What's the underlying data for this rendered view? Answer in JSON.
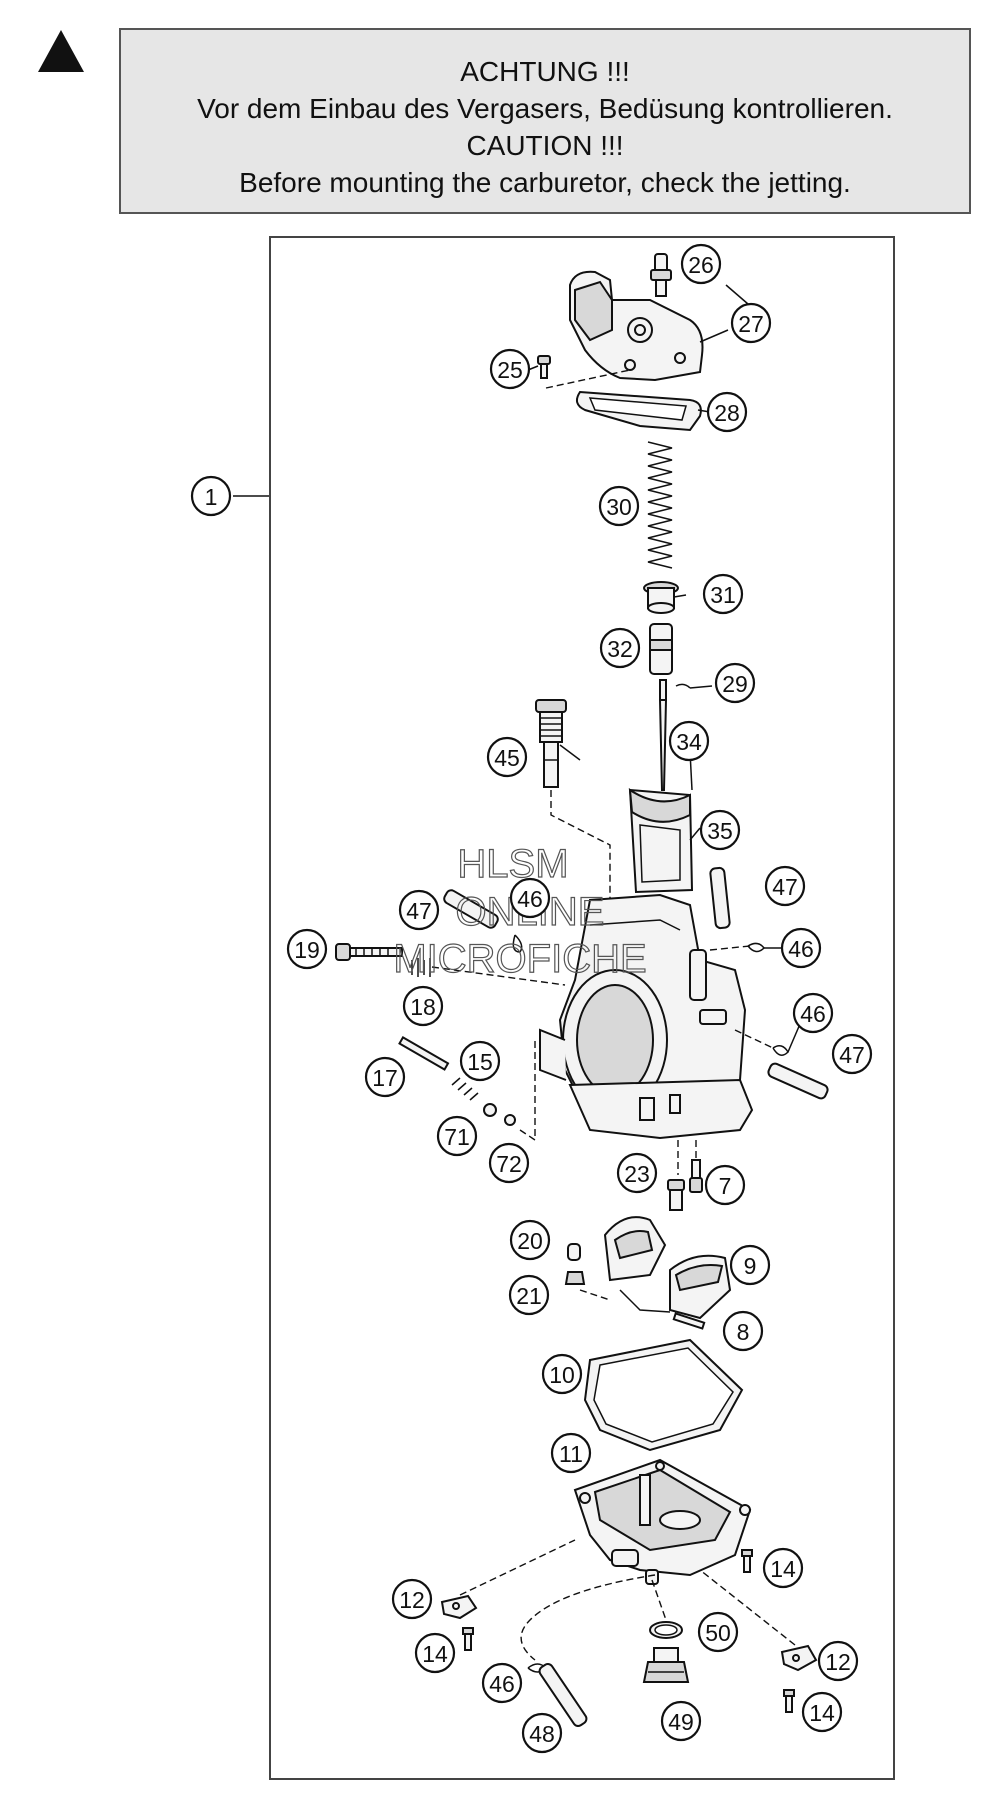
{
  "caution": {
    "line1": "ACHTUNG !!!",
    "line2": "Vor dem Einbau des Vergasers, Bedüsung kontrollieren.",
    "line3": "CAUTION !!!",
    "line4": "Before mounting the carburetor, check the jetting."
  },
  "watermark": {
    "line1": "HLSM",
    "line2": "ONLINE",
    "line3": "MICROFICHE"
  },
  "callouts": [
    {
      "id": "c1",
      "label": "1"
    },
    {
      "id": "c26",
      "label": "26"
    },
    {
      "id": "c27",
      "label": "27"
    },
    {
      "id": "c25",
      "label": "25"
    },
    {
      "id": "c28",
      "label": "28"
    },
    {
      "id": "c30",
      "label": "30"
    },
    {
      "id": "c31",
      "label": "31"
    },
    {
      "id": "c32",
      "label": "32"
    },
    {
      "id": "c29",
      "label": "29"
    },
    {
      "id": "c34",
      "label": "34"
    },
    {
      "id": "c45",
      "label": "45"
    },
    {
      "id": "c35",
      "label": "35"
    },
    {
      "id": "c47a",
      "label": "47"
    },
    {
      "id": "c46a",
      "label": "46"
    },
    {
      "id": "c47b",
      "label": "47"
    },
    {
      "id": "c46b",
      "label": "46"
    },
    {
      "id": "c19",
      "label": "19"
    },
    {
      "id": "c18",
      "label": "18"
    },
    {
      "id": "c46c",
      "label": "46"
    },
    {
      "id": "c47c",
      "label": "47"
    },
    {
      "id": "c15",
      "label": "15"
    },
    {
      "id": "c17",
      "label": "17"
    },
    {
      "id": "c71",
      "label": "71"
    },
    {
      "id": "c72",
      "label": "72"
    },
    {
      "id": "c23",
      "label": "23"
    },
    {
      "id": "c7",
      "label": "7"
    },
    {
      "id": "c20",
      "label": "20"
    },
    {
      "id": "c9",
      "label": "9"
    },
    {
      "id": "c21",
      "label": "21"
    },
    {
      "id": "c8",
      "label": "8"
    },
    {
      "id": "c10",
      "label": "10"
    },
    {
      "id": "c11",
      "label": "11"
    },
    {
      "id": "c14a",
      "label": "14"
    },
    {
      "id": "c12a",
      "label": "12"
    },
    {
      "id": "c50",
      "label": "50"
    },
    {
      "id": "c14b",
      "label": "14"
    },
    {
      "id": "c12b",
      "label": "12"
    },
    {
      "id": "c46d",
      "label": "46"
    },
    {
      "id": "c49",
      "label": "49"
    },
    {
      "id": "c14c",
      "label": "14"
    },
    {
      "id": "c48",
      "label": "48"
    }
  ]
}
